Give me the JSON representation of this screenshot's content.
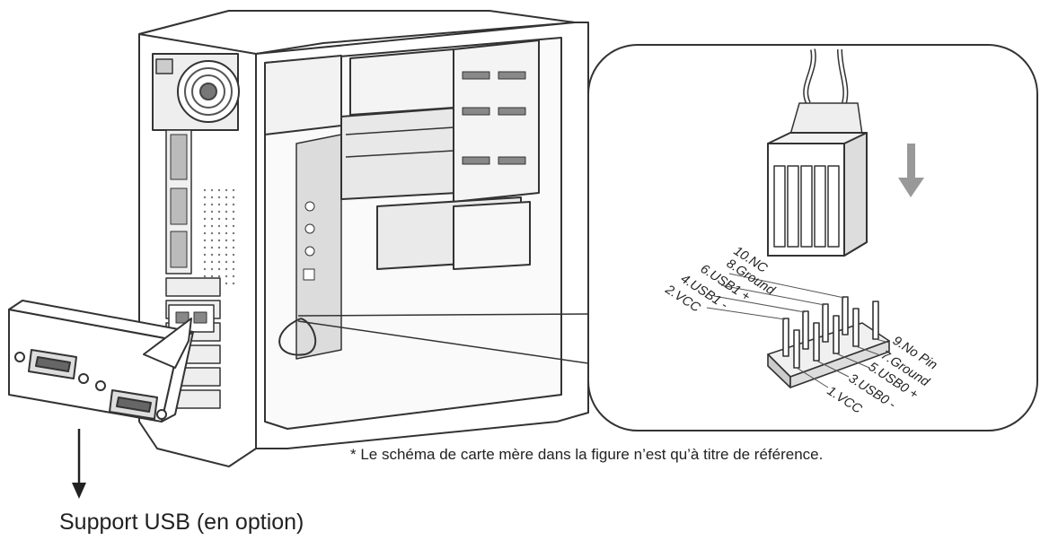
{
  "pins_left": [
    "10.NC",
    "8.Ground",
    "6.USB1 +",
    "4.USB1 -",
    "2.VCC"
  ],
  "pins_right": [
    "9.No Pin",
    "7.Ground",
    "5.USB0 +",
    "3.USB0 -",
    "1.VCC"
  ],
  "note": "* Le schéma de carte mère dans la figure n’est qu’à titre de référence.",
  "caption": "Support USB (en option)",
  "icons": [
    "pc-case-icon",
    "usb-bracket-icon",
    "usb-header-connector-icon",
    "down-arrow-icon"
  ]
}
